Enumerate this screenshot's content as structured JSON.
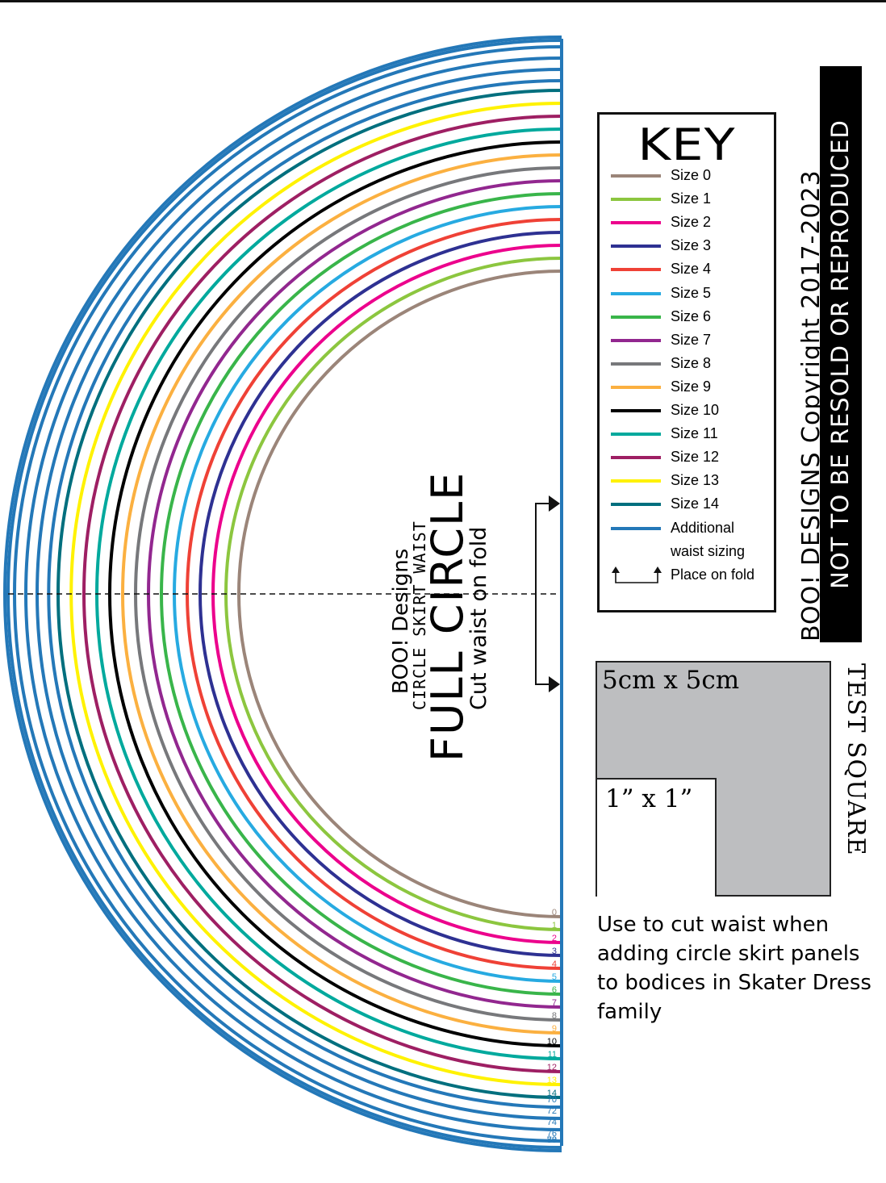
{
  "key": {
    "title": "KEY",
    "items": [
      {
        "label": "Size 0",
        "color": "#9b8579"
      },
      {
        "label": "Size 1",
        "color": "#8cc63f"
      },
      {
        "label": "Size 2",
        "color": "#ec008c"
      },
      {
        "label": "Size 3",
        "color": "#2e3192"
      },
      {
        "label": "Size 4",
        "color": "#ef4136"
      },
      {
        "label": "Size 5",
        "color": "#27aae1"
      },
      {
        "label": "Size 6",
        "color": "#39b54a"
      },
      {
        "label": "Size 7",
        "color": "#92278f"
      },
      {
        "label": "Size 8",
        "color": "#77787b"
      },
      {
        "label": "Size 9",
        "color": "#fbb040"
      },
      {
        "label": "Size 10",
        "color": "#000000"
      },
      {
        "label": "Size 11",
        "color": "#00a99d"
      },
      {
        "label": "Size 12",
        "color": "#9e1f63"
      },
      {
        "label": "Size 13",
        "color": "#fff200"
      },
      {
        "label": "Size 14",
        "color": "#006f7e"
      },
      {
        "label": "Additional",
        "color": "#2478b8"
      },
      {
        "label": "waist sizing",
        "color": ""
      }
    ],
    "fold_label": "Place on fold"
  },
  "pattern": {
    "brand": "BOO! Designs",
    "subtitle": "CIRCLE SKIRT WAIST",
    "title": "FULL CIRCLE",
    "instruction": "Cut waist on fold",
    "size_tags": [
      "0",
      "1",
      "2",
      "3",
      "4",
      "5",
      "6",
      "7",
      "8",
      "9",
      "10",
      "11",
      "12",
      "13",
      "14",
      "70",
      "72",
      "74",
      "76",
      "78",
      "80"
    ],
    "accent": "#2478b8"
  },
  "copyright": "BOO! DESIGNS Copyright 2017-2023",
  "notice": "NOT TO BE RESOLD OR REPRODUCED",
  "test_square": {
    "title": "TEST SQUARE",
    "metric_label": "5cm x 5cm",
    "imperial_label": "1” x 1”"
  },
  "usage_note": [
    "Use to cut waist when",
    "adding circle skirt panels",
    "to bodices in Skater Dress",
    "family"
  ]
}
